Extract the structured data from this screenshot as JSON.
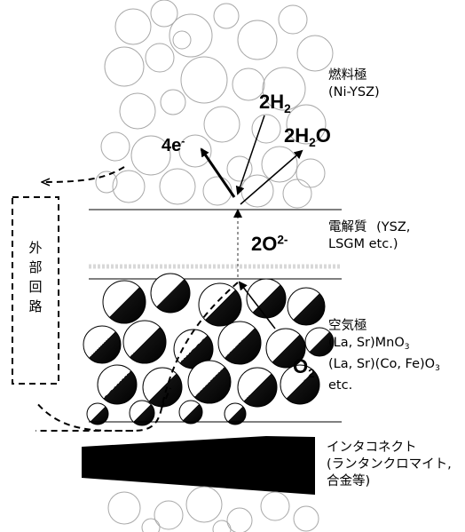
{
  "anode": {
    "label": "燃料極",
    "material": "(Ni-YSZ)"
  },
  "electrolyte": {
    "label": "電解質",
    "material_line1": "(YSZ,",
    "material_line2": "LSGM etc.)"
  },
  "cathode": {
    "label": "空気極",
    "material1_prefix": "(La, Sr)MnO",
    "material1_sub": "3",
    "material2_prefix": "(La, Sr)(Co, Fe)O",
    "material2_sub": "3",
    "etc": "etc."
  },
  "interconnect": {
    "label": "インタコネクト",
    "material_line1": "(ランタンクロマイト,",
    "material_line2": "合金等)"
  },
  "external_circuit": {
    "chars": [
      "外",
      "部",
      "回",
      "路"
    ]
  },
  "species": {
    "h2_coef": "2H",
    "h2_sub": "2",
    "h2o_prefix": "2H",
    "h2o_sub": "2",
    "h2o_suffix": "O",
    "electrons": "4e",
    "electrons_sup": "-",
    "oxide_ion": "2O",
    "oxide_ion_sup": "2-",
    "o2": "O",
    "o2_sub": "2"
  }
}
